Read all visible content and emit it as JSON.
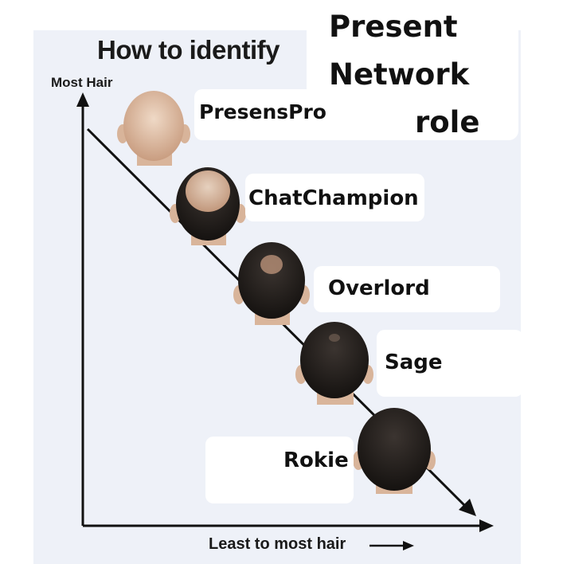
{
  "meme": {
    "title": "How to identify",
    "y_axis_label": "Most Hair",
    "x_axis_label": "Least to most hair",
    "heading": [
      "Present",
      "Network",
      "role"
    ],
    "roles": [
      "PresensPro",
      "ChatChampion",
      "Overlord",
      "Sage",
      "Rokie"
    ],
    "colors": {
      "panel": "#eef1f8",
      "line": "#111111",
      "label_box": "#ffffff"
    }
  }
}
